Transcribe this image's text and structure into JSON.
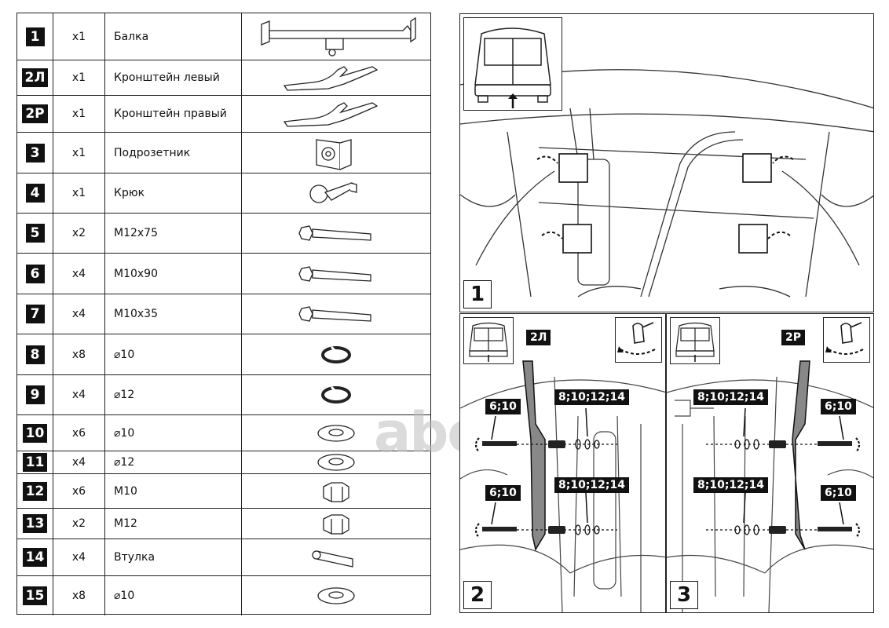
{
  "parts": [
    {
      "num": "1",
      "qty": "x1",
      "name": "Балка",
      "icon": "beam-icon"
    },
    {
      "num": "2Л",
      "qty": "x1",
      "name": "Кронштейн левый",
      "icon": "bracket-left-icon"
    },
    {
      "num": "2Р",
      "qty": "x1",
      "name": "Кронштейн правый",
      "icon": "bracket-right-icon"
    },
    {
      "num": "3",
      "qty": "x1",
      "name": "Подрозетник",
      "icon": "socket-plate-icon"
    },
    {
      "num": "4",
      "qty": "x1",
      "name": "Крюк",
      "icon": "hook-icon"
    },
    {
      "num": "5",
      "qty": "x2",
      "name": "M12x75",
      "icon": "bolt-icon"
    },
    {
      "num": "6",
      "qty": "x4",
      "name": "M10x90",
      "icon": "bolt-icon"
    },
    {
      "num": "7",
      "qty": "x4",
      "name": "M10x35",
      "icon": "bolt-icon"
    },
    {
      "num": "8",
      "qty": "x8",
      "name": "⌀10",
      "icon": "spring-washer-icon"
    },
    {
      "num": "9",
      "qty": "x4",
      "name": "⌀12",
      "icon": "spring-washer-icon"
    },
    {
      "num": "10",
      "qty": "x6",
      "name": "⌀10",
      "icon": "flat-washer-icon"
    },
    {
      "num": "11",
      "qty": "x4",
      "name": "⌀12",
      "icon": "flat-washer-icon"
    },
    {
      "num": "12",
      "qty": "x6",
      "name": "M10",
      "icon": "nut-icon"
    },
    {
      "num": "13",
      "qty": "x2",
      "name": "M12",
      "icon": "nut-icon"
    },
    {
      "num": "14",
      "qty": "x4",
      "name": "Втулка",
      "icon": "bushing-icon"
    },
    {
      "num": "15",
      "qty": "x8",
      "name": "⌀10",
      "icon": "flat-washer-icon"
    }
  ],
  "diagrams": {
    "panel1_num": "1",
    "panel2_num": "2",
    "panel3_num": "3",
    "panel2_bracket": "2Л",
    "panel3_bracket": "2Р",
    "fastener_top": "6;10",
    "fastener_bottom": "6;10",
    "washer_set": "8;10;12;14"
  },
  "watermark": "abcp"
}
